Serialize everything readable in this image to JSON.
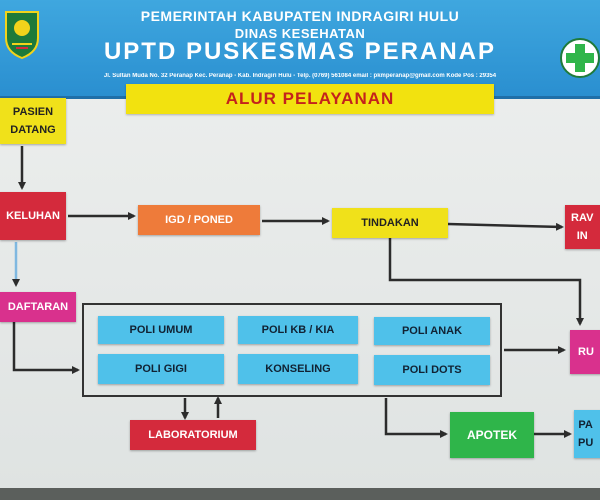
{
  "header": {
    "line1": "PEMERINTAH KABUPATEN INDRAGIRI HULU",
    "line2": "DINAS KESEHATAN",
    "line3": "UPTD PUSKESMAS PERANAP",
    "address": "Jl. Sultan Muda No. 32 Peranap Kec. Peranap - Kab. Indragiri Hulu - Telp. (0769) 561084 email : pkmperanap@gmail.com Kode Pos : 29354"
  },
  "title": "ALUR PELAYANAN",
  "boxes": {
    "pasien": "PASIEN\nDATANG",
    "keluhan": "KELUHAN",
    "pendaftaran": "DAFTARAN",
    "igd": "IGD / PONED",
    "tindakan": "TINDAKAN",
    "rawat": "RAV\nIN",
    "pulang_top": "RU",
    "laboratorium": "LABORATORIUM",
    "apotek": "APOTEK",
    "pulang": "PA\nPU"
  },
  "poli": [
    "POLI UMUM",
    "POLI KB / KIA",
    "POLI ANAK",
    "POLI GIGI",
    "KONSELING",
    "POLI DOTS"
  ],
  "colors": {
    "banner": "#2a8fd0",
    "yellow": "#f0e11a",
    "red": "#d42a3c",
    "orange": "#ee7b3a",
    "pink": "#d9318d",
    "cyan": "#4fc1ea",
    "green": "#2fb54a"
  }
}
